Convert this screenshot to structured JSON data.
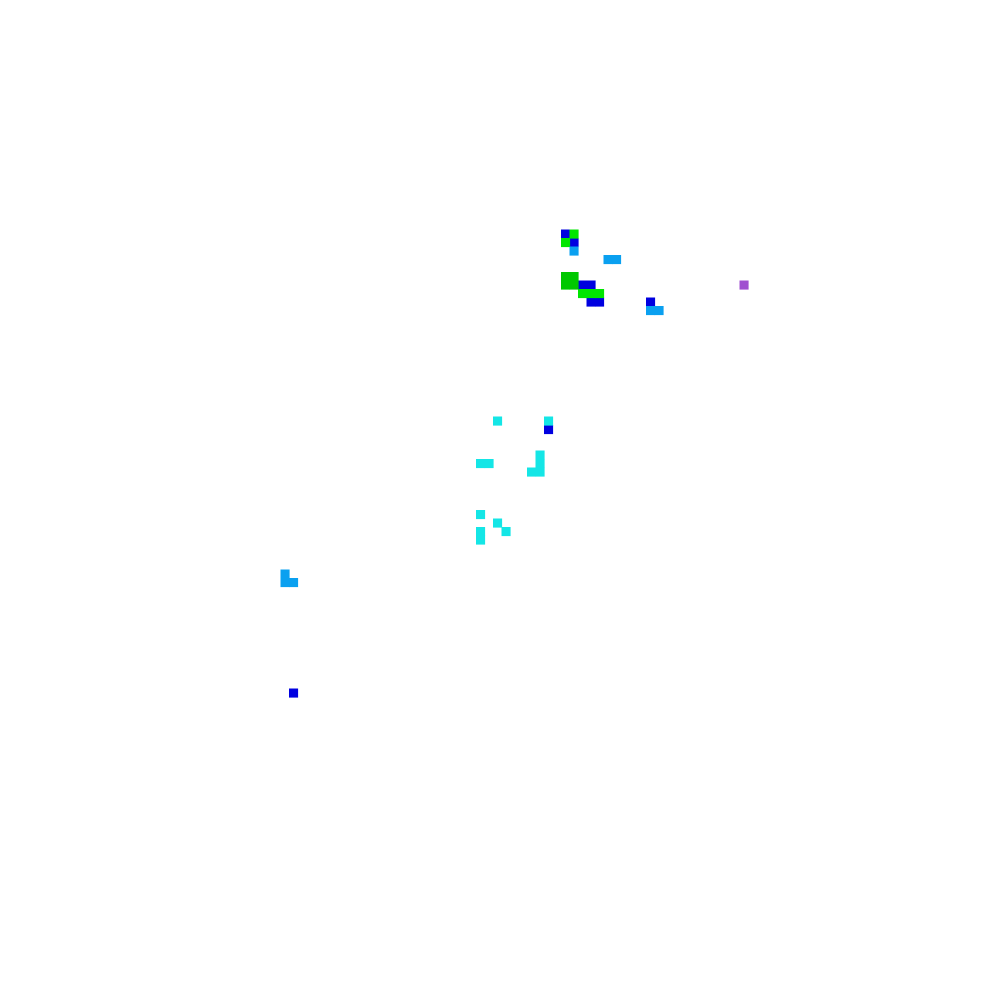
{
  "palette": {
    "background": "#ffffff",
    "blue": "#0000e0",
    "green": "#00e600",
    "dark_green": "#00c800",
    "sky_blue": "#0aa0f0",
    "cyan": "#14e6e6",
    "purple": "#a050d0"
  },
  "cell_groups": [
    {
      "name": "blue-cells",
      "color_key": "blue"
    },
    {
      "name": "green-cells",
      "color_key": "green"
    },
    {
      "name": "dark-green-cells",
      "color_key": "dark_green"
    },
    {
      "name": "sky-blue-cells",
      "color_key": "sky_blue"
    },
    {
      "name": "cyan-cells",
      "color_key": "cyan"
    },
    {
      "name": "purple-cells",
      "color_key": "purple"
    }
  ]
}
